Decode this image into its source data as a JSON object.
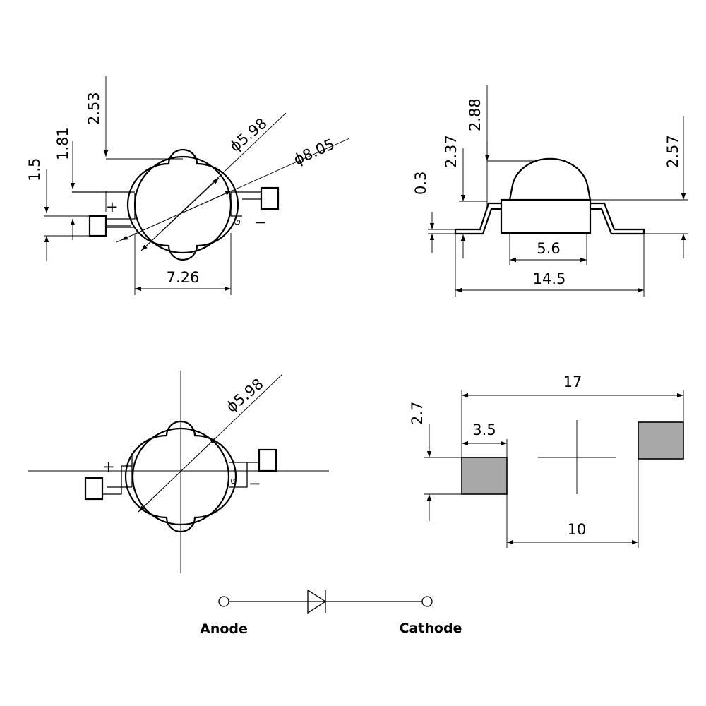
{
  "top_view": {
    "dims": {
      "d253": "2.53",
      "d181": "1.81",
      "d15": "1.5",
      "phi598": "ϕ5.98",
      "phi805": "ϕ8.05",
      "w726": "7.26"
    },
    "plus": "+",
    "minus": "−",
    "mark": "G"
  },
  "side_view": {
    "dims": {
      "d288": "2.88",
      "d237": "2.37",
      "d03": "0.3",
      "d257": "2.57",
      "w56": "5.6",
      "w145": "14.5"
    }
  },
  "bottom_view": {
    "dims": {
      "phi598": "ϕ5.98"
    },
    "plus": "+",
    "minus": "−",
    "mark": "G"
  },
  "footprint": {
    "dims": {
      "w17": "17",
      "w35": "3.5",
      "h27": "2.7",
      "w10": "10"
    },
    "pad_color": "#a8a8a8"
  },
  "schematic": {
    "anode_label": "Anode",
    "cathode_label": "Cathode"
  }
}
